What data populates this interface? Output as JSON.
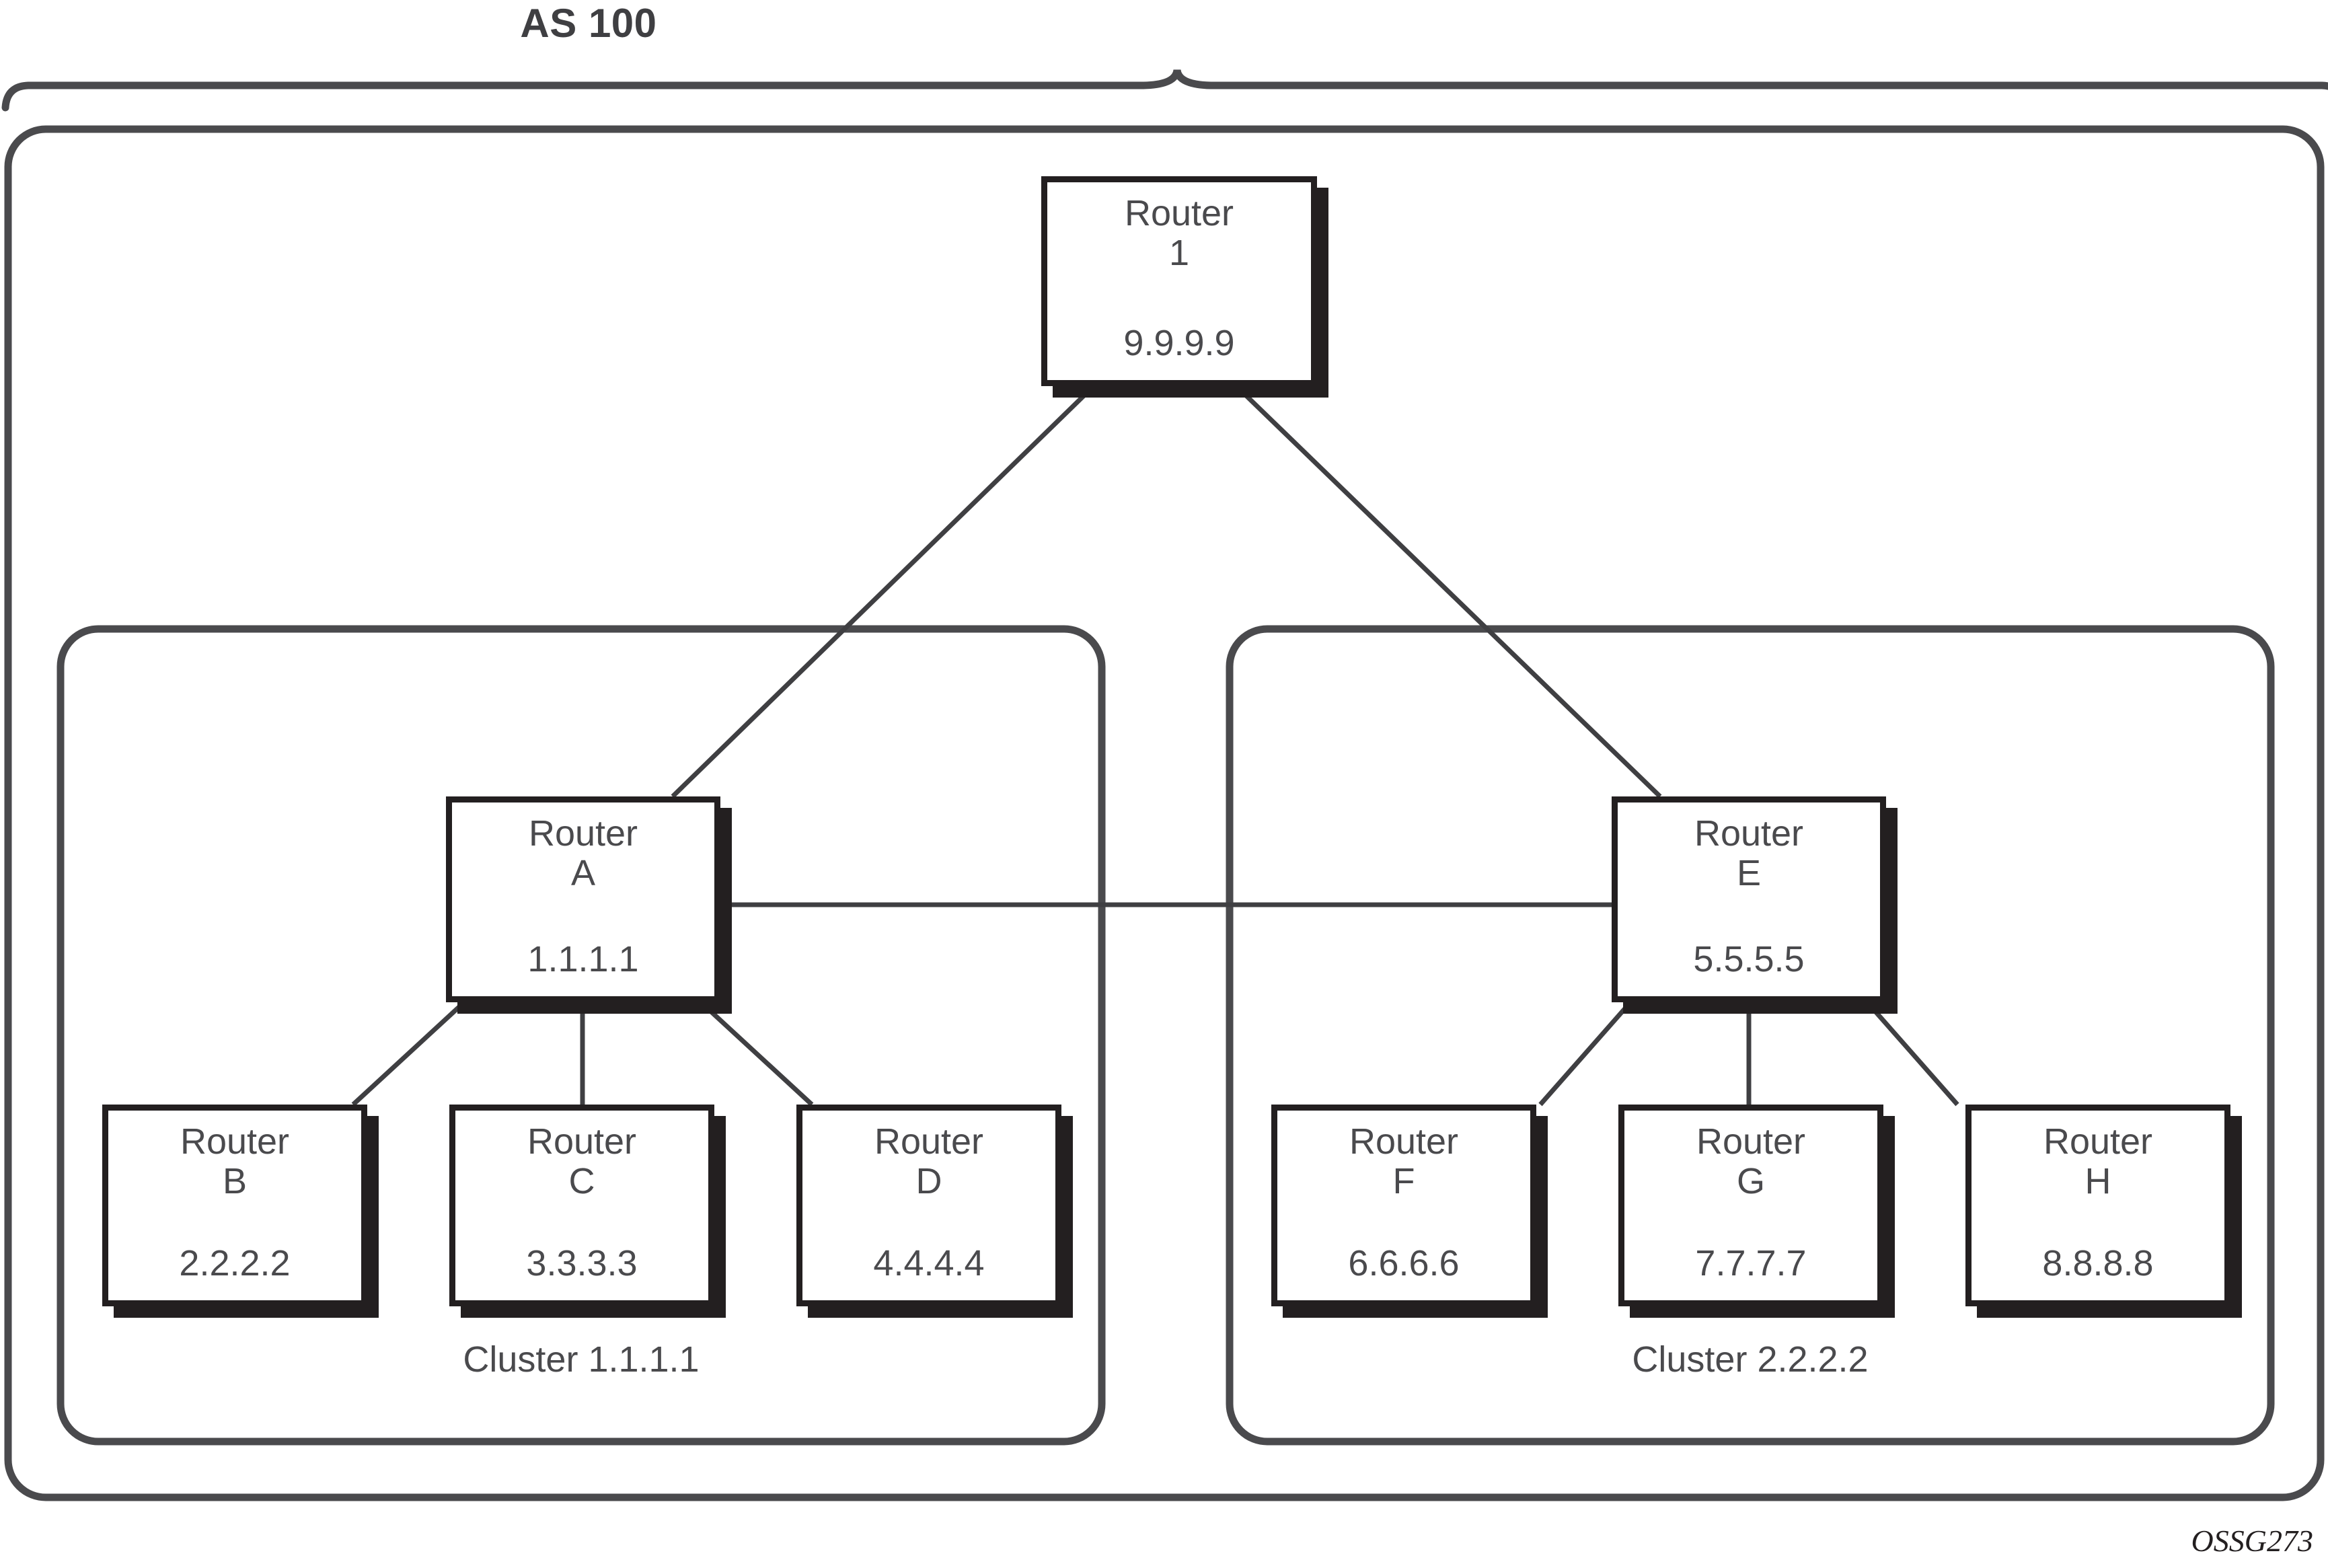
{
  "figure": {
    "id_label": "OSSG273",
    "as_label": "AS 100",
    "colors": {
      "outline": "#4a4a4d",
      "box_border": "#231f20",
      "box_shadow": "#231f20",
      "text": "#4a4a4d",
      "title_text": "#3f3f42",
      "link": "#3f3f42",
      "background": "#ffffff"
    }
  },
  "routers": {
    "top": {
      "word": "Router",
      "id": "1",
      "ip": "9.9.9.9"
    },
    "a": {
      "word": "Router",
      "id": "A",
      "ip": "1.1.1.1"
    },
    "b": {
      "word": "Router",
      "id": "B",
      "ip": "2.2.2.2"
    },
    "c": {
      "word": "Router",
      "id": "C",
      "ip": "3.3.3.3"
    },
    "d": {
      "word": "Router",
      "id": "D",
      "ip": "4.4.4.4"
    },
    "e": {
      "word": "Router",
      "id": "E",
      "ip": "5.5.5.5"
    },
    "f": {
      "word": "Router",
      "id": "F",
      "ip": "6.6.6.6"
    },
    "g": {
      "word": "Router",
      "id": "G",
      "ip": "7.7.7.7"
    },
    "h": {
      "word": "Router",
      "id": "H",
      "ip": "8.8.8.8"
    }
  },
  "clusters": {
    "left": {
      "label": "Cluster 1.1.1.1"
    },
    "right": {
      "label": "Cluster 2.2.2.2"
    }
  },
  "chart_data": {
    "type": "diagram",
    "title": "AS 100",
    "description": "BGP route-reflector topology inside autonomous system AS 100 with two reflector clusters",
    "nodes": [
      {
        "key": "top",
        "label": "Router 1",
        "ip": "9.9.9.9",
        "group": "as"
      },
      {
        "key": "a",
        "label": "Router A",
        "ip": "1.1.1.1",
        "group": "cluster-left"
      },
      {
        "key": "b",
        "label": "Router B",
        "ip": "2.2.2.2",
        "group": "cluster-left"
      },
      {
        "key": "c",
        "label": "Router C",
        "ip": "3.3.3.3",
        "group": "cluster-left"
      },
      {
        "key": "d",
        "label": "Router D",
        "ip": "4.4.4.4",
        "group": "cluster-left"
      },
      {
        "key": "e",
        "label": "Router E",
        "ip": "5.5.5.5",
        "group": "cluster-right"
      },
      {
        "key": "f",
        "label": "Router F",
        "ip": "6.6.6.6",
        "group": "cluster-right"
      },
      {
        "key": "g",
        "label": "Router G",
        "ip": "7.7.7.7",
        "group": "cluster-right"
      },
      {
        "key": "h",
        "label": "Router H",
        "ip": "8.8.8.8",
        "group": "cluster-right"
      }
    ],
    "edges": [
      {
        "from": "top",
        "to": "a"
      },
      {
        "from": "top",
        "to": "e"
      },
      {
        "from": "a",
        "to": "e"
      },
      {
        "from": "a",
        "to": "b"
      },
      {
        "from": "a",
        "to": "c"
      },
      {
        "from": "a",
        "to": "d"
      },
      {
        "from": "e",
        "to": "f"
      },
      {
        "from": "e",
        "to": "g"
      },
      {
        "from": "e",
        "to": "h"
      }
    ],
    "groups": [
      {
        "key": "as",
        "label": "AS 100"
      },
      {
        "key": "cluster-left",
        "label": "Cluster 1.1.1.1"
      },
      {
        "key": "cluster-right",
        "label": "Cluster 2.2.2.2"
      }
    ]
  }
}
